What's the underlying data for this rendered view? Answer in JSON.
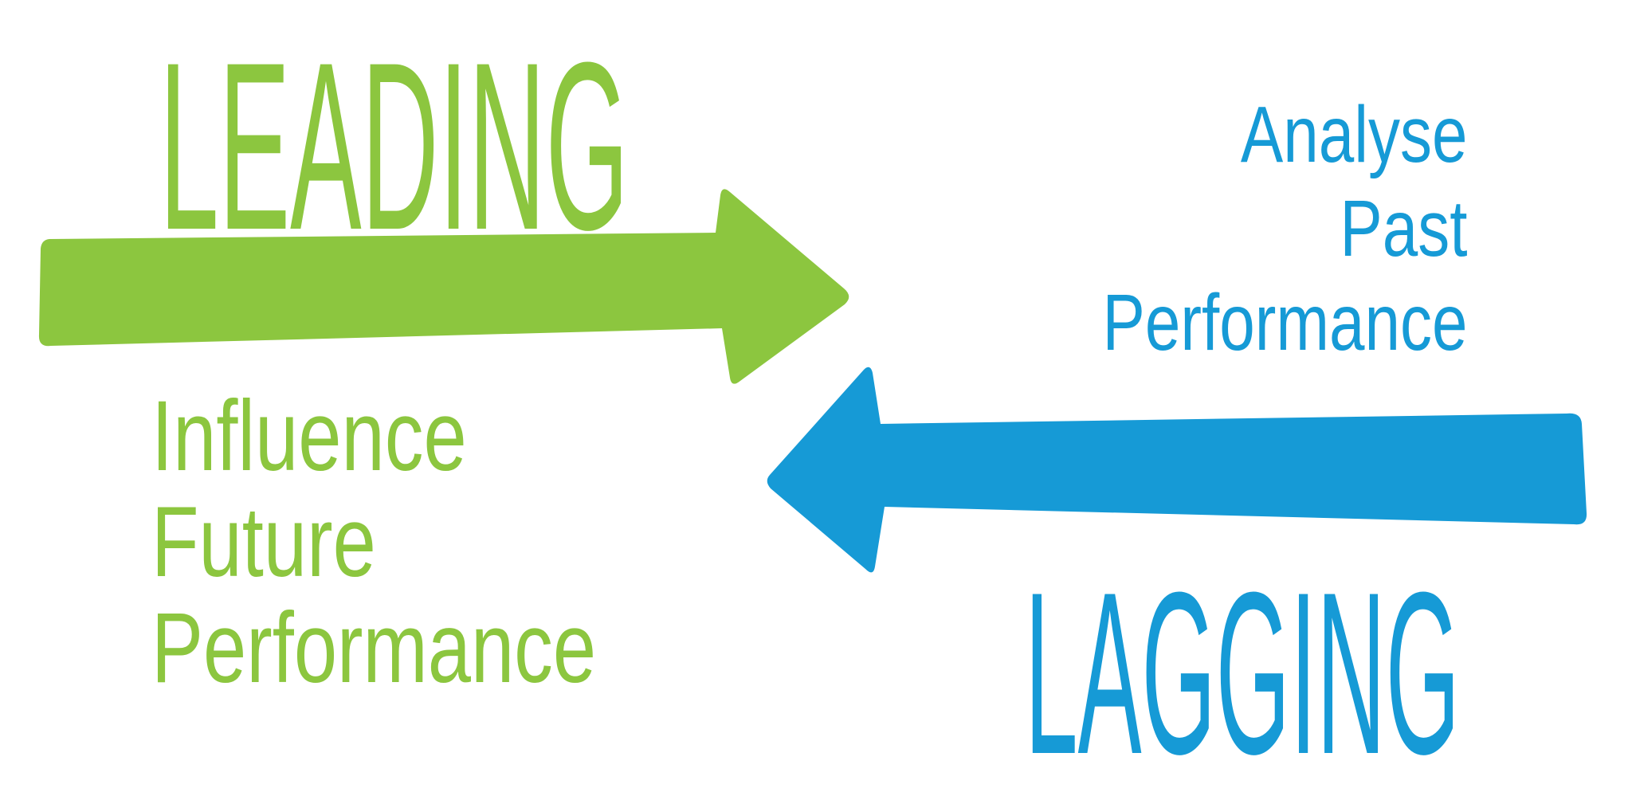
{
  "colors": {
    "green": "#8CC63F",
    "blue": "#169AD6",
    "background": "#FFFFFF"
  },
  "leading": {
    "title": "LEADING",
    "description_lines": [
      "Influence",
      "Future",
      "Performance"
    ],
    "arrow_direction": "right"
  },
  "lagging": {
    "title": "LAGGING",
    "description_lines": [
      "Analyse",
      "Past",
      "Performance"
    ],
    "arrow_direction": "left"
  }
}
